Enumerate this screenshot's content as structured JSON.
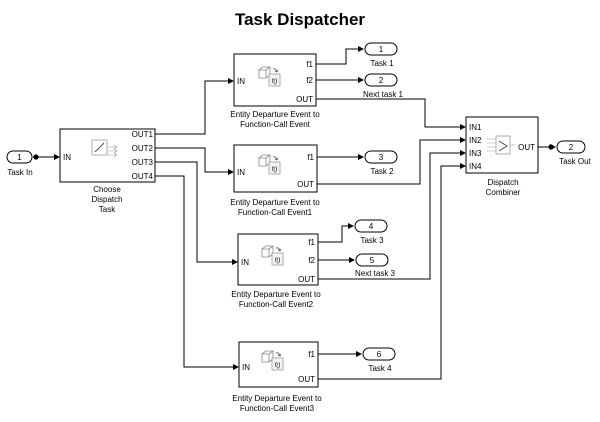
{
  "title": "Task Dispatcher",
  "ports": {
    "in_port": {
      "number": "1",
      "label": "Task In"
    },
    "out_task1": {
      "number": "1",
      "label": "Task 1"
    },
    "out_next1": {
      "number": "2",
      "label": "Next task 1"
    },
    "out_task2": {
      "number": "3",
      "label": "Task 2"
    },
    "out_task3": {
      "number": "4",
      "label": "Task 3"
    },
    "out_next3": {
      "number": "5",
      "label": "Next task 3"
    },
    "out_task4": {
      "number": "6",
      "label": "Task 4"
    },
    "out_taskout": {
      "number": "2",
      "label": "Task Out"
    }
  },
  "dispatch": {
    "in_label": "IN",
    "out_labels": [
      "OUT1",
      "OUT2",
      "OUT3",
      "OUT4"
    ],
    "caption": [
      "Choose",
      "Dispatch",
      "Task"
    ]
  },
  "events": [
    {
      "in": "IN",
      "outs": [
        "f1",
        "f2",
        "OUT"
      ],
      "icon": "f()",
      "caption": [
        "Entity Departure Event to",
        "Function-Call Event"
      ]
    },
    {
      "in": "IN",
      "outs": [
        "f1",
        "OUT"
      ],
      "icon": "f()",
      "caption": [
        "Entity Departure Event to",
        "Function-Call Event1"
      ]
    },
    {
      "in": "IN",
      "outs": [
        "f1",
        "f2",
        "OUT"
      ],
      "icon": "f()",
      "caption": [
        "Entity Departure Event to",
        "Function-Call Event2"
      ]
    },
    {
      "in": "IN",
      "outs": [
        "f1",
        "OUT"
      ],
      "icon": "f()",
      "caption": [
        "Entity Departure Event to",
        "Function-Call Event3"
      ]
    }
  ],
  "combiner": {
    "in_labels": [
      "IN1",
      "IN2",
      "IN3",
      "IN4"
    ],
    "out_label": "OUT",
    "caption": [
      "Dispatch",
      "Combiner"
    ]
  }
}
